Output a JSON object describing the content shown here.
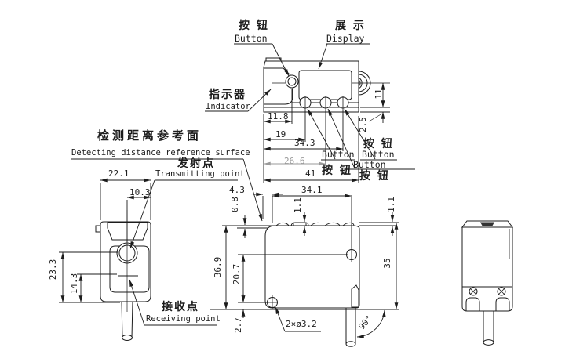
{
  "labels": {
    "button_top": {
      "zh": "按 钮",
      "en": "Button"
    },
    "display": {
      "zh": "展 示",
      "en": "Display"
    },
    "indicator": {
      "zh": "指示器",
      "en": "Indicator"
    },
    "detecting_surface": {
      "zh": "检测距离参考面",
      "en": "Detecting distance reference surface"
    },
    "transmitting_point": {
      "zh": "发射点",
      "en": "Transmitting point"
    },
    "receiving_point": {
      "zh": "接收点",
      "en": "Receiving point"
    },
    "button_a": {
      "zh": "按 钮",
      "en": "Button"
    },
    "button_b": {
      "zh": "按 钮",
      "en": "Button"
    },
    "button_c": {
      "zh": "按 钮",
      "en": "Button"
    },
    "hole_note": "2×ø3.2",
    "bend_angle": "90°"
  },
  "dimensions": {
    "top_view": {
      "to_indicator_button": "11.8",
      "to_button1": "19",
      "to_button3": "34.3",
      "to_button2": "26.6",
      "overall_length": "41",
      "lens_center_to_edge": "11",
      "edge_offset": "2.5"
    },
    "front_view": {
      "width": "22.1",
      "center_to_edge": "10.3",
      "transmit_to_bottom": "23.3",
      "receive_to_bottom": "14.3"
    },
    "side_view": {
      "front_offset": "4.3",
      "surface_offset": "0.8",
      "front_to_hole": "34.1",
      "bump_left": "1.1",
      "bump_right": "1.1",
      "height": "36.9",
      "hole_spacing": "20.7",
      "hole_to_bottom": "2.7",
      "top_to_cable": "35"
    }
  }
}
